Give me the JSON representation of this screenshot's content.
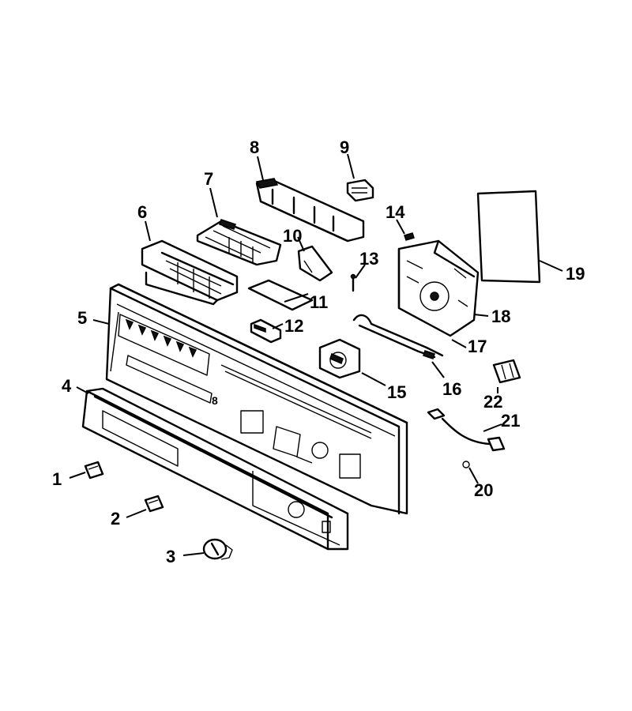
{
  "labels": [
    {
      "id": "1",
      "text": "1"
    },
    {
      "id": "2",
      "text": "2"
    },
    {
      "id": "3",
      "text": "3"
    },
    {
      "id": "4",
      "text": "4"
    },
    {
      "id": "5",
      "text": "5"
    },
    {
      "id": "6",
      "text": "6"
    },
    {
      "id": "7",
      "text": "7"
    },
    {
      "id": "8",
      "text": "8"
    },
    {
      "id": "9",
      "text": "9"
    },
    {
      "id": "10",
      "text": "10"
    },
    {
      "id": "11",
      "text": "11"
    },
    {
      "id": "12",
      "text": "12"
    },
    {
      "id": "13",
      "text": "13"
    },
    {
      "id": "14",
      "text": "14"
    },
    {
      "id": "15",
      "text": "15"
    },
    {
      "id": "16",
      "text": "16"
    },
    {
      "id": "17",
      "text": "17"
    },
    {
      "id": "18",
      "text": "18"
    },
    {
      "id": "19",
      "text": "19"
    },
    {
      "id": "20",
      "text": "20"
    },
    {
      "id": "21",
      "text": "21"
    },
    {
      "id": "22",
      "text": "22"
    }
  ],
  "panel_marking": "8"
}
